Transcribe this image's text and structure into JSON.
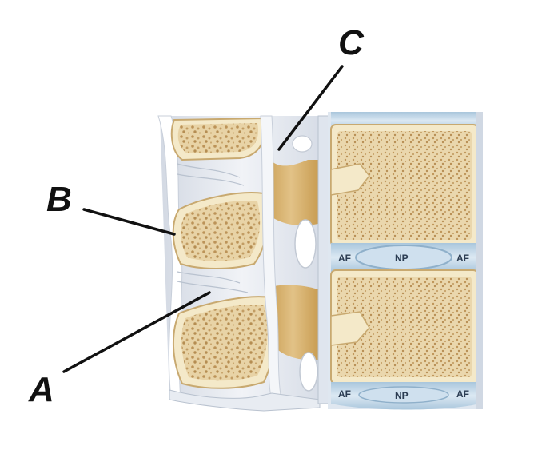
{
  "labels": {
    "a": "A",
    "b": "B",
    "c": "C"
  },
  "disc_upper": {
    "left": "AF",
    "center": "NP",
    "right": "AF"
  },
  "disc_lower": {
    "left": "AF",
    "center": "NP",
    "right": "AF"
  },
  "colors": {
    "bone_cortex": "#f2e6c4",
    "bone_marrow": "#e3cda0",
    "bone_pore": "#b58d52",
    "ligament_white": "#e4e8ef",
    "ligament_yellow": "#d7b169",
    "disc_blue": "#b9d2e5",
    "leader_line": "#111111"
  }
}
